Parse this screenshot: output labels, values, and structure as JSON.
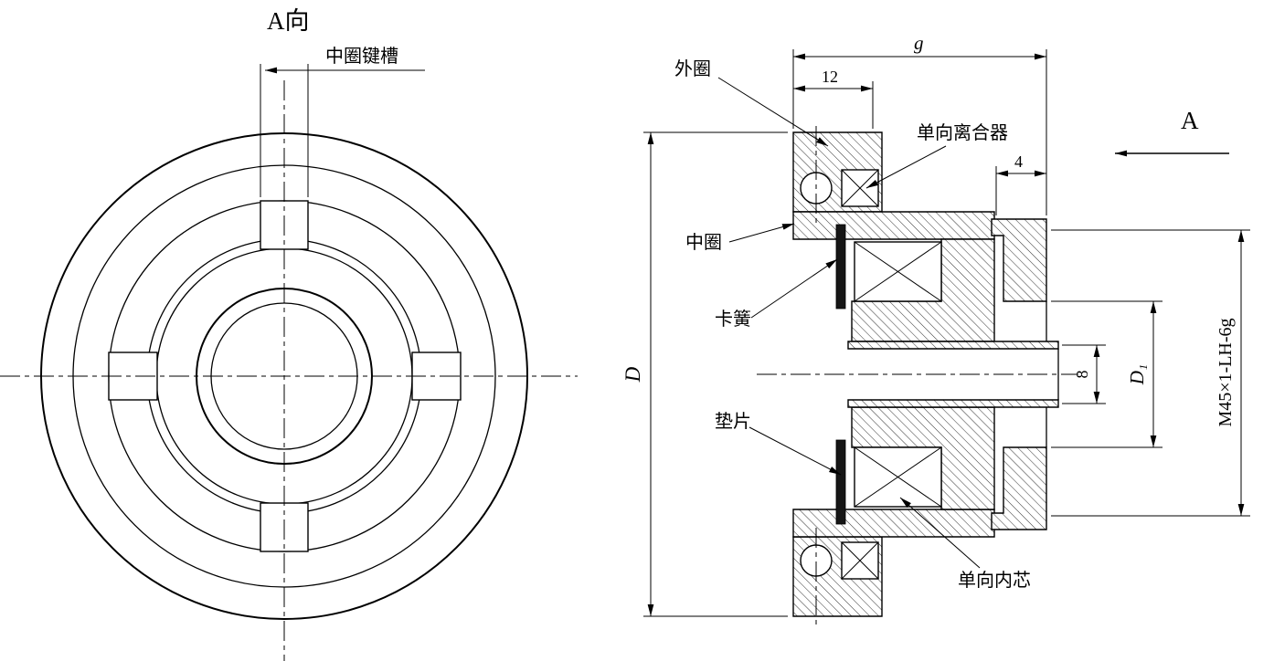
{
  "labels": {
    "view_a_title": "A向",
    "keyway": "中圈键槽",
    "outer_ring": "外圈",
    "one_way_clutch": "单向离合器",
    "middle_ring": "中圈",
    "circlip": "卡簧",
    "gasket": "垫片",
    "one_way_core": "单向内芯",
    "view_arrow": "A"
  },
  "dims": {
    "g": "g",
    "d12": "12",
    "d4": "4",
    "D": "D",
    "D1": "D₁",
    "d8": "8",
    "thread": "M45×1-LH-6g"
  },
  "colors": {
    "line": "#000000",
    "background": "#ffffff"
  }
}
